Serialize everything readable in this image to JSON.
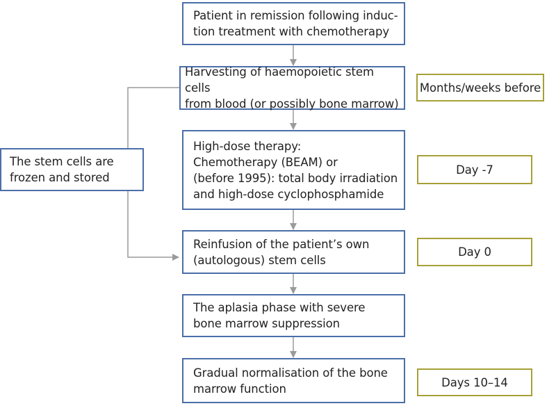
{
  "flow_steps": [
    {
      "text": "Patient in remission following induc-\ntion treatment with chemotherapy"
    },
    {
      "text": "Harvesting of haemopoietic stem cells\nfrom blood (or possibly bone marrow)"
    },
    {
      "text": "High-dose therapy:\nChemotherapy (BEAM) or\n(before 1995): total body irradiation\nand high-dose cyclophosphamide"
    },
    {
      "text": "Reinfusion of the patient’s own\n(autologous) stem cells"
    },
    {
      "text": "The aplasia phase with severe\nbone marrow suppression"
    },
    {
      "text": "Gradual normalisation of the bone\nmarrow function"
    }
  ],
  "side_note": {
    "text": "The stem cells are\nfrozen and stored"
  },
  "timings": [
    {
      "text": "Months/weeks before"
    },
    {
      "text": "Day -7"
    },
    {
      "text": "Day 0"
    },
    {
      "text": "Days 10–14"
    }
  ],
  "colors": {
    "flow_border": "#4a6ea9",
    "timing_border": "#a6a037",
    "arrow": "#9a9a9a"
  }
}
